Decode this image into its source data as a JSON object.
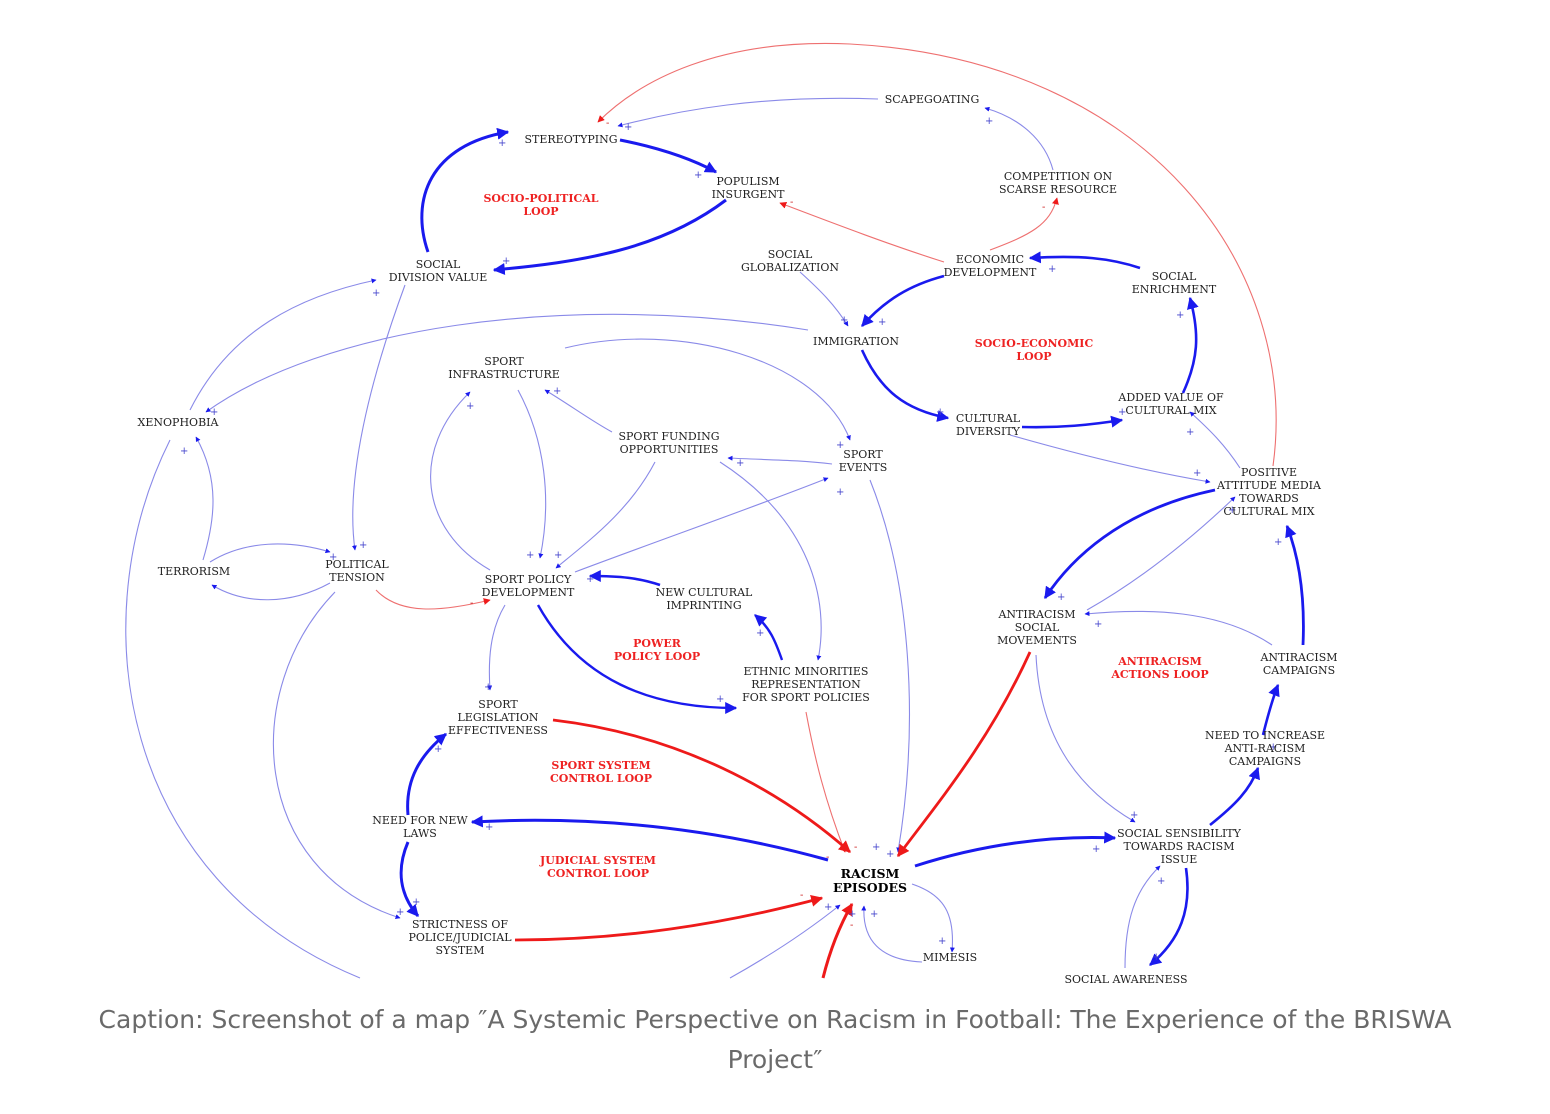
{
  "colors": {
    "positive": "#1a1aee",
    "positive_thin": "#8a8ae8",
    "negative": "#ee1a1a",
    "negative_thin": "#ee7070",
    "loop_label": "#ee2222",
    "caption": "#6a6a6a"
  },
  "nodes": {
    "scapegoating": [
      "SCAPEGOATING"
    ],
    "stereotyping": [
      "STEREOTYPING"
    ],
    "populism": [
      "POPULISM",
      "INSURGENT"
    ],
    "competition": [
      "COMPETITION ON",
      "SCARSE RESOURCE"
    ],
    "social_division": [
      "SOCIAL",
      "DIVISION VALUE"
    ],
    "social_globalization": [
      "SOCIAL",
      "GLOBALIZATION"
    ],
    "economic_development": [
      "ECONOMIC",
      "DEVELOPMENT"
    ],
    "social_enrichment": [
      "SOCIAL",
      "ENRICHMENT"
    ],
    "immigration": [
      "IMMIGRATION"
    ],
    "sport_infrastructure": [
      "SPORT",
      "INFRASTRUCTURE"
    ],
    "xenophobia": [
      "XENOPHOBIA"
    ],
    "sport_funding": [
      "SPORT FUNDING",
      "OPPORTUNITIES"
    ],
    "sport_events": [
      "SPORT",
      "EVENTS"
    ],
    "cultural_diversity": [
      "CULTURAL",
      "DIVERSITY"
    ],
    "added_value": [
      "ADDED VALUE OF",
      "CULTURAL MIX"
    ],
    "positive_media": [
      "POSITIVE",
      "ATTITUDE MEDIA",
      "TOWARDS",
      "CULTURAL MIX"
    ],
    "terrorism": [
      "TERRORISM"
    ],
    "political_tension": [
      "POLITICAL",
      "TENSION"
    ],
    "sport_policy": [
      "SPORT POLICY",
      "DEVELOPMENT"
    ],
    "new_cultural": [
      "NEW CULTURAL",
      "IMPRINTING"
    ],
    "antiracism_movements": [
      "ANTIRACISM",
      "SOCIAL",
      "MOVEMENTS"
    ],
    "ethnic_minorities": [
      "ETHNIC MINORITIES",
      "REPRESENTATION",
      "FOR SPORT POLICIES"
    ],
    "antiracism_campaigns": [
      "ANTIRACISM",
      "CAMPAIGNS"
    ],
    "sport_legislation": [
      "SPORT",
      "LEGISLATION",
      "EFFECTIVENESS"
    ],
    "need_increase": [
      "NEED TO INCREASE",
      "ANTI-RACISM",
      "CAMPAIGNS"
    ],
    "need_laws": [
      "NEED FOR NEW",
      "LAWS"
    ],
    "social_sensibility": [
      "SOCIAL SENSIBILITY",
      "TOWARDS RACISM",
      "ISSUE"
    ],
    "racism_episodes": [
      "RACISM",
      "EPISODES"
    ],
    "strictness": [
      "STRICTNESS OF",
      "POLICE/JUDICIAL",
      "SYSTEM"
    ],
    "mimesis": [
      "MIMESIS"
    ],
    "social_awareness": [
      "SOCIAL AWARENESS"
    ]
  },
  "loops": {
    "socio_political": [
      "SOCIO-POLITICAL",
      "LOOP"
    ],
    "socio_economic": [
      "SOCIO-ECONOMIC",
      "LOOP"
    ],
    "power_policy": [
      "POWER",
      "POLICY LOOP"
    ],
    "antiracism_actions": [
      "ANTIRACISM",
      "ACTIONS LOOP"
    ],
    "sport_system": [
      "SPORT SYSTEM",
      "CONTROL LOOP"
    ],
    "judicial_system": [
      "JUDICIAL SYSTEM",
      "CONTROL LOOP"
    ]
  },
  "caption": "Caption: Screenshot of a map ″A Systemic Perspective on Racism in Football: The Experience of the BRISWA Project″"
}
